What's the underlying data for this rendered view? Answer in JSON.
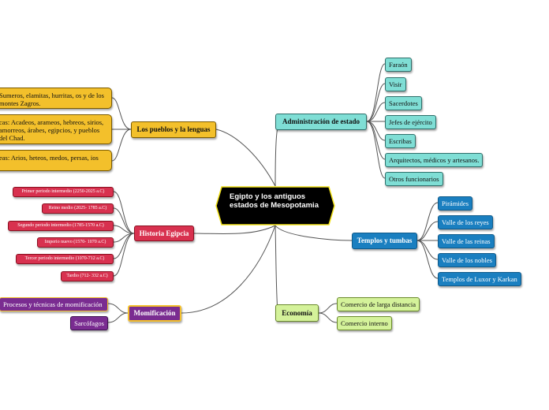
{
  "center": {
    "title": "Egipto y los antiguos estados de Mesopotamia"
  },
  "admin": {
    "title": "Administración de estado",
    "items": [
      "Faraón",
      "Visir",
      "Sacerdotes",
      "Jefes de ejército",
      "Escribas",
      "Arquitectos, médicos y artesanos.",
      "Otros funcionarios"
    ]
  },
  "templos": {
    "title": "Templos y tumbas",
    "items": [
      "Pirámides",
      "Valle de los reyes",
      "Valle de las reinas",
      "Valle de los nobles",
      "Templos de Luxor y Karkan"
    ]
  },
  "economia": {
    "title": "Economía",
    "items": [
      "Comercio de larga distancia",
      "Comercio interno"
    ]
  },
  "pueblos": {
    "title": "Los pueblos y la lenguas",
    "items": [
      "Sumeros, elamitas, hurritas, os y de los montes Zagros.",
      "cas: Acadeos, arameos, hebreos, sirios, amorreos, árabes, egipcios, y pueblos del Chad.",
      "eas: Arios, heteos, medos, persas, ios"
    ]
  },
  "historia": {
    "title": "Historia Egipcia",
    "items": [
      "Primer periodo intermedio (2250-2025 a.C)",
      "Reino medio (2025- 1785 a.C)",
      "Segundo periodo intermedio (1785-1570 a.C)",
      "Imperio nuevo (1570- 1070 a.C)",
      "Tercer periodo intermedio (1070-712 a.C)",
      "Tardio (712- 332 a.C)"
    ]
  },
  "momificacion": {
    "title": "Momificación",
    "items": [
      "Procesos y técnicas de momificación",
      "Sarcófagos"
    ]
  },
  "colors": {
    "admin": "#7fded5",
    "templos": "#1a7fc0",
    "economia": "#d4f29a",
    "pueblos": "#f3c02b",
    "historia": "#d8314f",
    "momificacion": "#7a2c91",
    "center_fill": "#000000",
    "center_border": "#f2e21a"
  }
}
